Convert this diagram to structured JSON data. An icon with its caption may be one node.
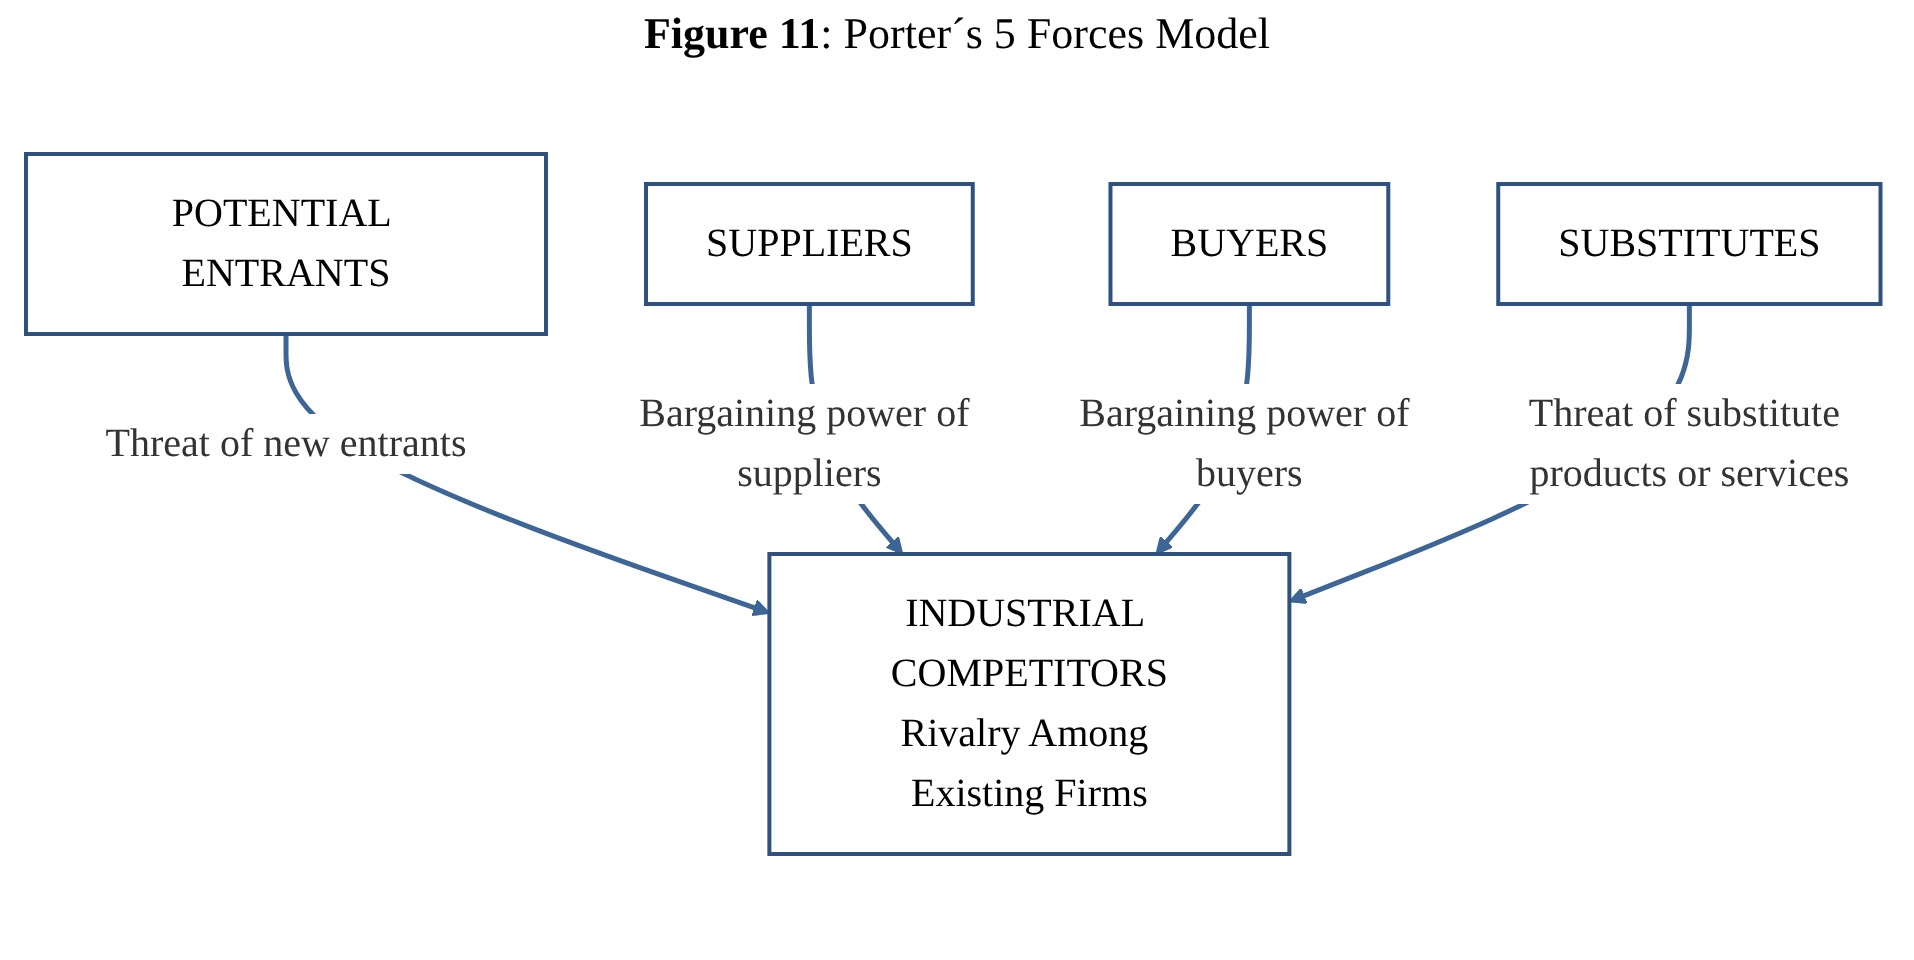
{
  "diagram": {
    "title": "**Figure 11**: Porter´s 5 Forces Model",
    "nodes": [
      {
        "text": [
          "POTENTIAL ENTRANTS"
        ]
      },
      {
        "text": [
          "INDUSTRIAL COMPETITORS",
          "Rivalry Among Existing Firms"
        ]
      },
      {
        "text": [
          "SUPPLIERS"
        ]
      },
      {
        "text": [
          "BUYERS"
        ]
      },
      {
        "text": [
          "SUBSTITUTES"
        ]
      }
    ],
    "edges": [
      {
        "from": 0,
        "to": 1,
        "arrow": "to",
        "label": "Threat of new entrants"
      },
      {
        "from": 2,
        "to": 1,
        "arrow": "to",
        "label": "Bargaining power of suppliers"
      },
      {
        "from": 3,
        "to": 1,
        "arrow": "to",
        "label": "Bargaining power of buyers"
      },
      {
        "from": 4,
        "to": 1,
        "arrow": "to",
        "label": "Threat of substitute products or services"
      }
    ]
  }
}
